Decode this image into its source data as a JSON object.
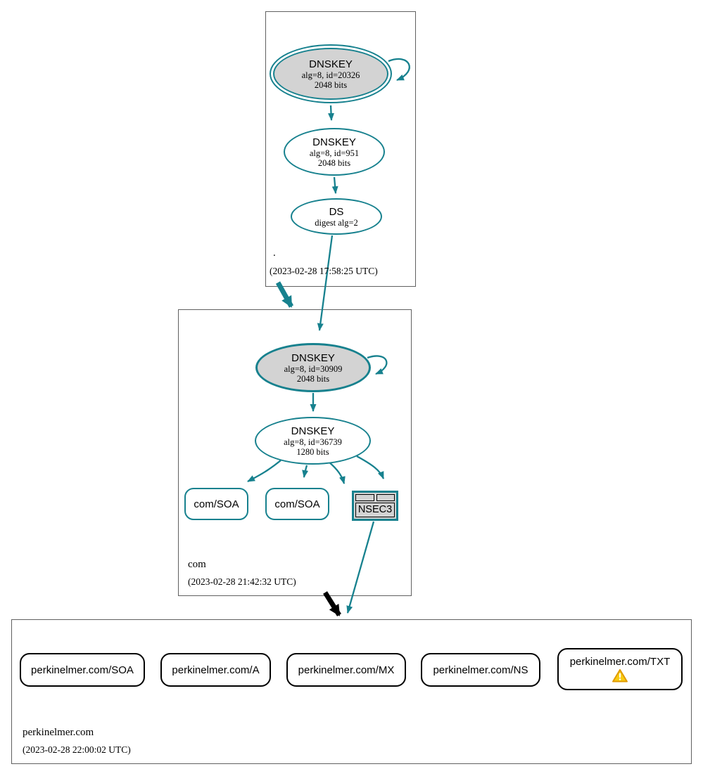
{
  "colors": {
    "secure_edge": "#17818e",
    "insecure_edge": "#000000",
    "key_node_fill": "#d3d3d3",
    "warning_fill": "#f8cb12",
    "warning_border": "#e09900"
  },
  "zones": {
    "root": {
      "label": ".",
      "timestamp": "(2023-02-28 17:58:25 UTC)",
      "ksk": {
        "type": "DNSKEY",
        "alg": "alg=8, id=20326",
        "bits": "2048 bits"
      },
      "zsk": {
        "type": "DNSKEY",
        "alg": "alg=8, id=951",
        "bits": "2048 bits"
      },
      "ds": {
        "type": "DS",
        "digest": "digest alg=2"
      }
    },
    "com": {
      "label": "com",
      "timestamp": "(2023-02-28 21:42:32 UTC)",
      "ksk": {
        "type": "DNSKEY",
        "alg": "alg=8, id=30909",
        "bits": "2048 bits"
      },
      "zsk": {
        "type": "DNSKEY",
        "alg": "alg=8, id=36739",
        "bits": "1280 bits"
      },
      "soa1": {
        "label": "com/SOA"
      },
      "soa2": {
        "label": "com/SOA"
      },
      "nsec3": {
        "label": "NSEC3"
      }
    },
    "perkinelmer": {
      "label": "perkinelmer.com",
      "timestamp": "(2023-02-28 22:00:02 UTC)",
      "rrsets": [
        {
          "label": "perkinelmer.com/SOA"
        },
        {
          "label": "perkinelmer.com/A"
        },
        {
          "label": "perkinelmer.com/MX"
        },
        {
          "label": "perkinelmer.com/NS"
        },
        {
          "label": "perkinelmer.com/TXT",
          "icon": "warning-icon"
        }
      ]
    }
  }
}
